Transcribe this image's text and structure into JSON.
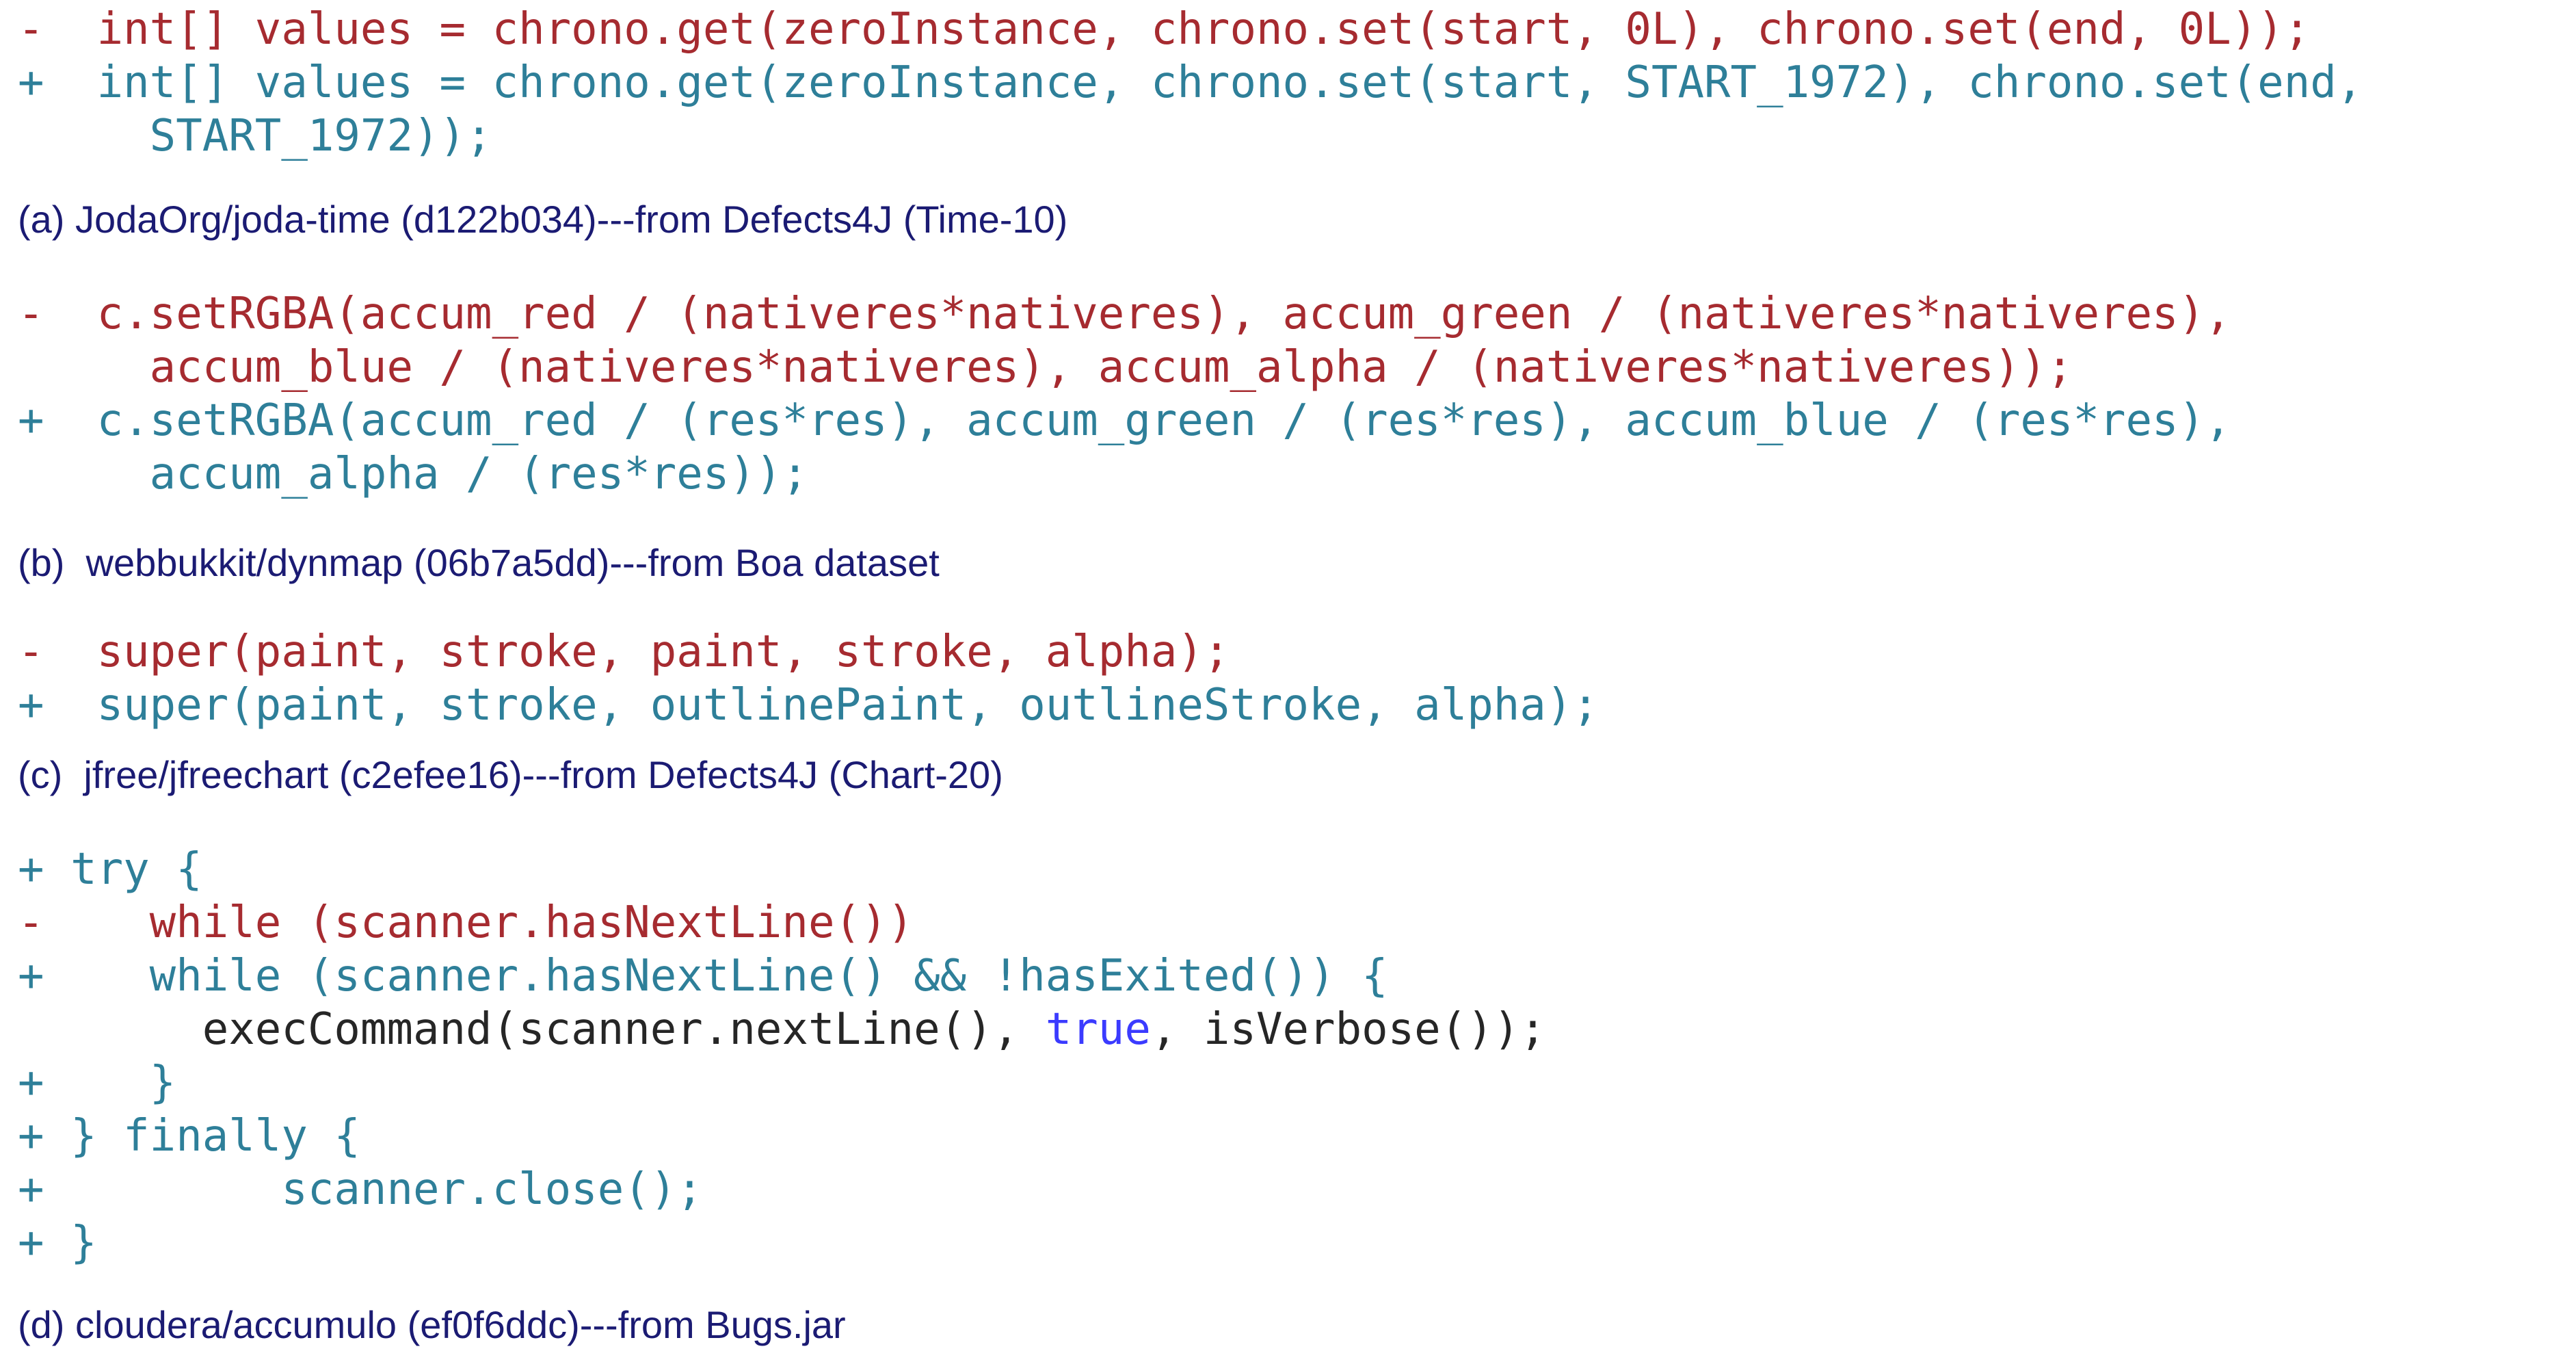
{
  "figure": {
    "type": "code-diff-examples",
    "colors": {
      "background": "#FFFFFF",
      "deleted": "#A62B30",
      "added": "#2E7F99",
      "context": "#262626",
      "keyword": "#3B3BFF",
      "caption": "#1B1B73"
    },
    "sections": [
      {
        "id": "a",
        "caption": "(a) JodaOrg/joda-time (d122b034)---from Defects4J (Time-10)",
        "rows": [
          {
            "kind": "deleted",
            "segments": [
              {
                "style": "deleted",
                "text": "-  int[] values = chrono.get(zeroInstance, chrono.set(start, 0L), chrono.set(end, 0L));"
              }
            ]
          },
          {
            "kind": "added",
            "segments": [
              {
                "style": "added",
                "text": "+  int[] values = chrono.get(zeroInstance, chrono.set(start, START_1972), chrono.set(end,"
              }
            ]
          },
          {
            "kind": "added",
            "segments": [
              {
                "style": "added",
                "text": "     START_1972));"
              }
            ]
          }
        ]
      },
      {
        "id": "b",
        "caption": "(b)  webbukkit/dynmap (06b7a5dd)---from Boa dataset",
        "rows": [
          {
            "kind": "deleted",
            "segments": [
              {
                "style": "deleted",
                "text": "-  c.setRGBA(accum_red / (nativeres*nativeres), accum_green / (nativeres*nativeres),"
              }
            ]
          },
          {
            "kind": "deleted",
            "segments": [
              {
                "style": "deleted",
                "text": "     accum_blue / (nativeres*nativeres), accum_alpha / (nativeres*nativeres));"
              }
            ]
          },
          {
            "kind": "added",
            "segments": [
              {
                "style": "added",
                "text": "+  c.setRGBA(accum_red / (res*res), accum_green / (res*res), accum_blue / (res*res),"
              }
            ]
          },
          {
            "kind": "added",
            "segments": [
              {
                "style": "added",
                "text": "     accum_alpha / (res*res));"
              }
            ]
          }
        ]
      },
      {
        "id": "c",
        "caption": "(c)  jfree/jfreechart (c2efee16)---from Defects4J (Chart-20)",
        "rows": [
          {
            "kind": "deleted",
            "segments": [
              {
                "style": "deleted",
                "text": "-  super(paint, stroke, paint, stroke, alpha);"
              }
            ]
          },
          {
            "kind": "added",
            "segments": [
              {
                "style": "added",
                "text": "+  super(paint, stroke, outlinePaint, outlineStroke, alpha);"
              }
            ]
          }
        ]
      },
      {
        "id": "d",
        "caption": "(d) cloudera/accumulo (ef0f6ddc)---from Bugs.jar",
        "rows": [
          {
            "kind": "added",
            "segments": [
              {
                "style": "added",
                "text": "+ try {"
              }
            ]
          },
          {
            "kind": "deleted",
            "segments": [
              {
                "style": "deleted",
                "text": "-    while (scanner.hasNextLine())"
              }
            ]
          },
          {
            "kind": "added",
            "segments": [
              {
                "style": "added",
                "text": "+    while (scanner.hasNextLine() && !hasExited()) {"
              }
            ]
          },
          {
            "kind": "context",
            "segments": [
              {
                "style": "context",
                "text": "       execCommand(scanner.nextLine(), "
              },
              {
                "style": "keyword",
                "text": "true"
              },
              {
                "style": "context",
                "text": ", isVerbose());"
              }
            ]
          },
          {
            "kind": "added",
            "segments": [
              {
                "style": "added",
                "text": "+    }"
              }
            ]
          },
          {
            "kind": "added",
            "segments": [
              {
                "style": "added",
                "text": "+ } finally {"
              }
            ]
          },
          {
            "kind": "added",
            "segments": [
              {
                "style": "added",
                "text": "+         scanner.close();"
              }
            ]
          },
          {
            "kind": "added",
            "segments": [
              {
                "style": "added",
                "text": "+ }"
              }
            ]
          }
        ]
      }
    ]
  }
}
